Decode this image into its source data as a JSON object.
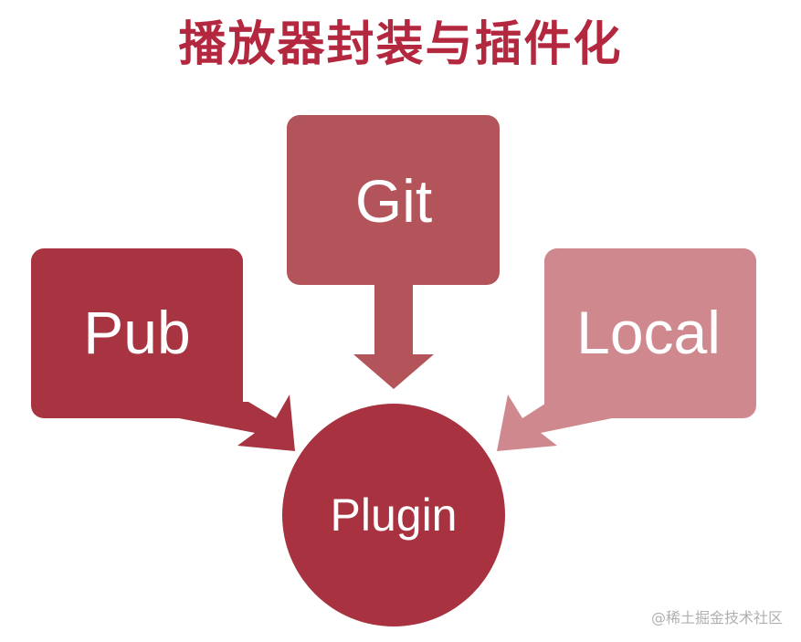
{
  "title": "播放器封装与插件化",
  "nodes": {
    "pub": "Pub",
    "git": "Git",
    "local": "Local",
    "plugin": "Plugin"
  },
  "colors": {
    "title": "#b3283f",
    "pub": "#a83441",
    "git": "#b3535a",
    "local": "#cf888d",
    "plugin": "#a8323f"
  },
  "watermark": "@稀土掘金技术社区"
}
